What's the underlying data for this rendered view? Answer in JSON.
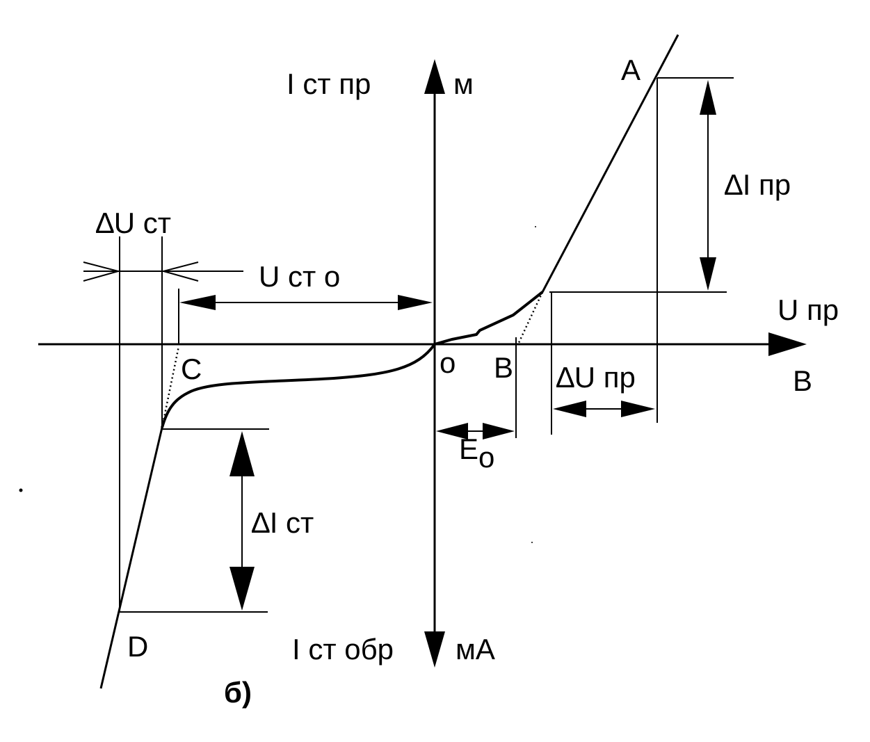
{
  "axes": {
    "y_top_label": "I ст  пр",
    "y_top_unit": "м",
    "y_bottom_label": "I ст обр",
    "y_bottom_unit": "мА",
    "x_right_label": "U пр",
    "x_right_unit": "B",
    "origin_label": "o"
  },
  "points": {
    "A": "A",
    "B": "B",
    "C": "C",
    "D": "D"
  },
  "dimensions": {
    "delta_u_st": "∆U ст",
    "u_st_o": "U ст о",
    "delta_i_pr": "∆I пр",
    "delta_u_pr": "∆U пр",
    "delta_i_st": "∆I ст",
    "e_o_main": "E",
    "e_o_sub": "o"
  },
  "caption": "б)"
}
